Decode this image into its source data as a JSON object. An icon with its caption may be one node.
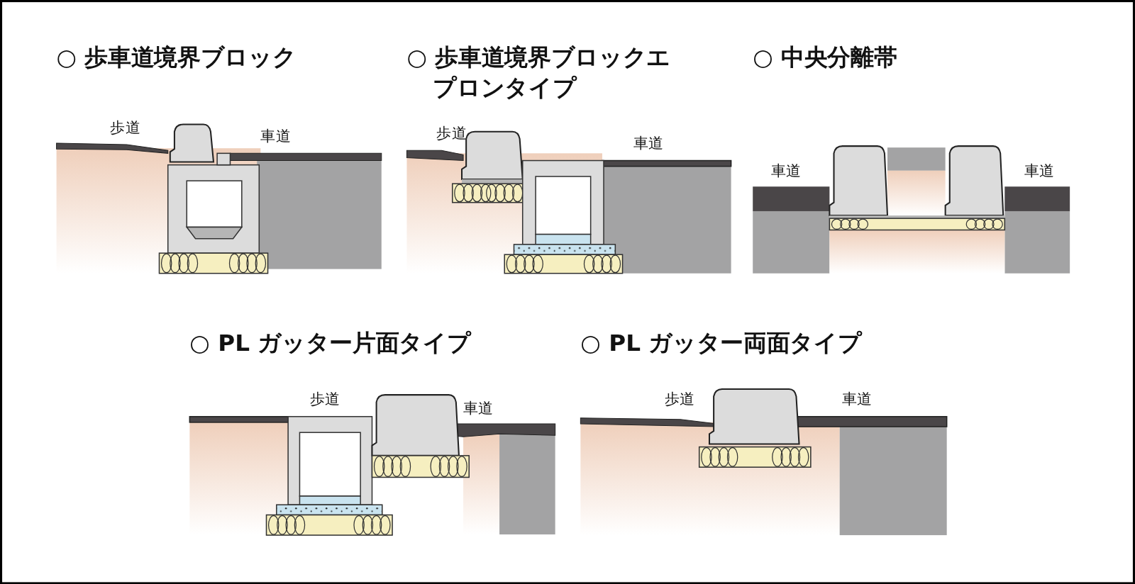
{
  "diagram": {
    "labels": [
      "○ 歩車道境界ブロック",
      "○ 歩車道境界ブロックエプロンタイプ",
      "○ 中央分離帯",
      "歩道",
      "車道",
      "歩道",
      "車道",
      "車道",
      "車道",
      "○ PL ガッター片面タイプ",
      "○ PL ガッター両面タイプ",
      "歩道",
      "車道",
      "歩道",
      "車道"
    ]
  }
}
